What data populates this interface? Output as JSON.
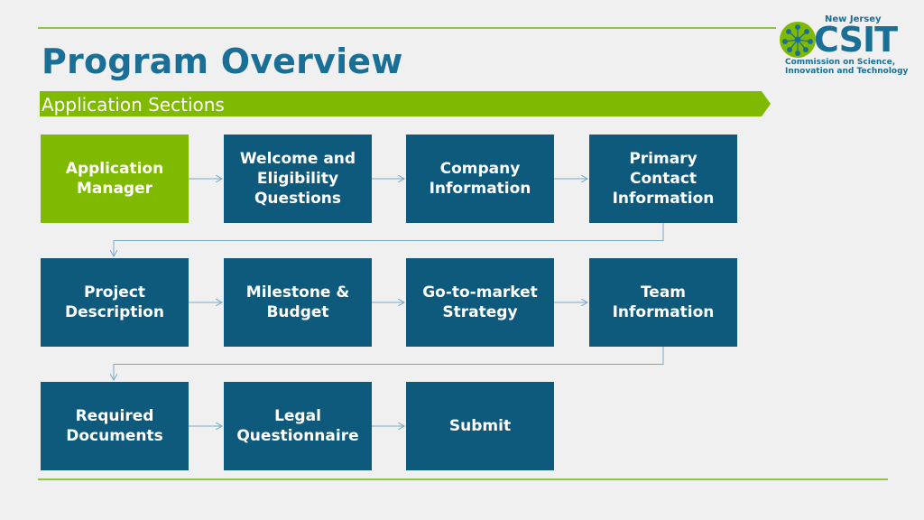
{
  "header": {
    "title": "Program Overview",
    "subtitle": "Application Sections"
  },
  "logo": {
    "top": "New Jersey",
    "main": "CSIT",
    "line1": "Commission on Science,",
    "line2": "Innovation and Technology"
  },
  "steps": [
    {
      "label": "Application\nManager",
      "highlight": true
    },
    {
      "label": "Welcome and\nEligibility\nQuestions",
      "highlight": false
    },
    {
      "label": "Company\nInformation",
      "highlight": false
    },
    {
      "label": "Primary Contact\nInformation",
      "highlight": false
    },
    {
      "label": "Project\nDescription",
      "highlight": false
    },
    {
      "label": "Milestone &\nBudget",
      "highlight": false
    },
    {
      "label": "Go-to-market\nStrategy",
      "highlight": false
    },
    {
      "label": "Team\nInformation",
      "highlight": false
    },
    {
      "label": "Required\nDocuments",
      "highlight": false
    },
    {
      "label": "Legal\nQuestionnaire",
      "highlight": false
    },
    {
      "label": "Submit",
      "highlight": false
    }
  ],
  "colors": {
    "box": "#0e5a7c",
    "highlight": "#7fba00",
    "title": "#1a6f96",
    "connector": "#7aa9c7"
  }
}
